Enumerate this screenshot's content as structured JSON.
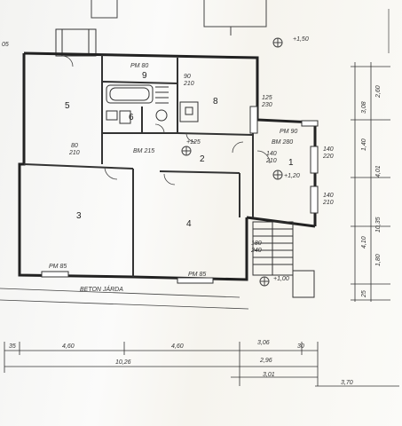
{
  "rooms": {
    "r1": "1",
    "r2": "2",
    "r3": "3",
    "r4": "4",
    "r5": "5",
    "r6": "6",
    "r8": "8",
    "r9": "9"
  },
  "labels": {
    "l05": "05",
    "pm80": "PM 80",
    "pm90": "PM 90",
    "pm85": "PM 85",
    "d90": "90",
    "d80": "80",
    "d210": "210",
    "d125": "125",
    "d230": "230",
    "d140": "140",
    "d220": "220",
    "d180": "180",
    "d240": "240",
    "bm215": "BM 215",
    "bm280": "BM 280",
    "lvl125": "+125",
    "lvl120": "+1,20",
    "lvl100": "+1,00",
    "lvl150": "+1,50",
    "beton": "BETON JÁRDA"
  },
  "dims": {
    "b35": "35",
    "b460": "4,60",
    "b306": "3,06",
    "b30": "30",
    "b1026": "10,26",
    "b296": "2,96",
    "b301": "3,01",
    "b370": "3,70",
    "r260": "2,60",
    "r308": "3,08",
    "r140": "1,40",
    "r401": "4,01",
    "r1035": "10,35",
    "r410": "4,10",
    "r180": "1,80",
    "r25": "25"
  }
}
